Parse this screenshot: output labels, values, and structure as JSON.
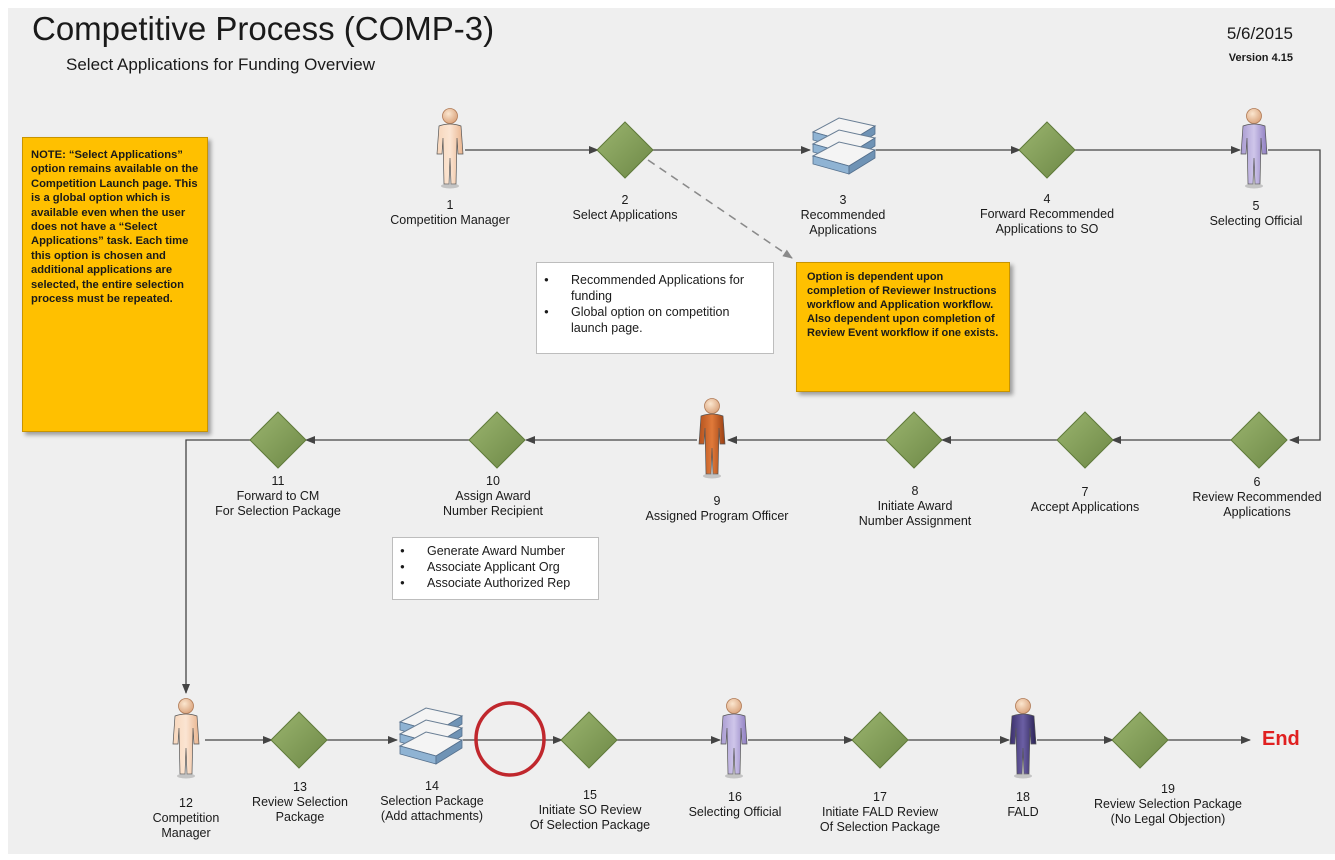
{
  "header": {
    "title": "Competitive Process (COMP-3)",
    "subtitle": "Select Applications for Funding Overview",
    "date": "5/6/2015",
    "version": "Version 4.15"
  },
  "note": "NOTE: “Select Applications” option remains available on the Competition Launch page. This is a global option which is available even when the user does not have a “Select Applications” task.  Each time this option is chosen and additional applications are selected, the entire selection process must be repeated.",
  "dependency_note": "Option is dependent upon completion of Reviewer Instructions workflow and Application workflow.  Also dependent upon completion of Review Event workflow if one exists.",
  "bullets_recommended": [
    "Recommended Applications for funding",
    "Global option on competition launch page."
  ],
  "bullets_award": [
    "Generate Award Number",
    "Associate Applicant Org",
    "Associate Authorized Rep"
  ],
  "steps": [
    {
      "num": "1",
      "label": "Competition Manager",
      "kind": "person",
      "color": "peach"
    },
    {
      "num": "2",
      "label": "Select Applications",
      "kind": "decision"
    },
    {
      "num": "3",
      "label": "Recommended\nApplications",
      "kind": "documents"
    },
    {
      "num": "4",
      "label": "Forward Recommended\nApplications to SO",
      "kind": "decision"
    },
    {
      "num": "5",
      "label": "Selecting Official",
      "kind": "person",
      "color": "lavender"
    },
    {
      "num": "6",
      "label": "Review Recommended\nApplications",
      "kind": "decision"
    },
    {
      "num": "7",
      "label": "Accept Applications",
      "kind": "decision"
    },
    {
      "num": "8",
      "label": "Initiate Award\nNumber Assignment",
      "kind": "decision"
    },
    {
      "num": "9",
      "label": "Assigned Program Officer",
      "kind": "person",
      "color": "orange"
    },
    {
      "num": "10",
      "label": "Assign Award\nNumber Recipient",
      "kind": "decision"
    },
    {
      "num": "11",
      "label": "Forward to CM\nFor Selection Package",
      "kind": "decision"
    },
    {
      "num": "12",
      "label": "Competition\nManager",
      "kind": "person",
      "color": "peach"
    },
    {
      "num": "13",
      "label": "Review Selection\nPackage",
      "kind": "decision"
    },
    {
      "num": "14",
      "label": "Selection Package\n(Add attachments)",
      "kind": "documents"
    },
    {
      "num": "15",
      "label": "Initiate SO Review\nOf Selection Package",
      "kind": "decision"
    },
    {
      "num": "16",
      "label": "Selecting Official",
      "kind": "person",
      "color": "lavender"
    },
    {
      "num": "17",
      "label": "Initiate FALD Review\nOf Selection Package",
      "kind": "decision"
    },
    {
      "num": "18",
      "label": "FALD",
      "kind": "person",
      "color": "purple"
    },
    {
      "num": "19",
      "label": "Review Selection Package\n(No Legal Objection)",
      "kind": "decision"
    }
  ],
  "end_label": "End",
  "colors": {
    "diamond": "#7f9a55",
    "note_fill": "#ffc000",
    "highlight_circle": "#c0272d",
    "end_text": "#e02020",
    "connector": "#444444"
  }
}
